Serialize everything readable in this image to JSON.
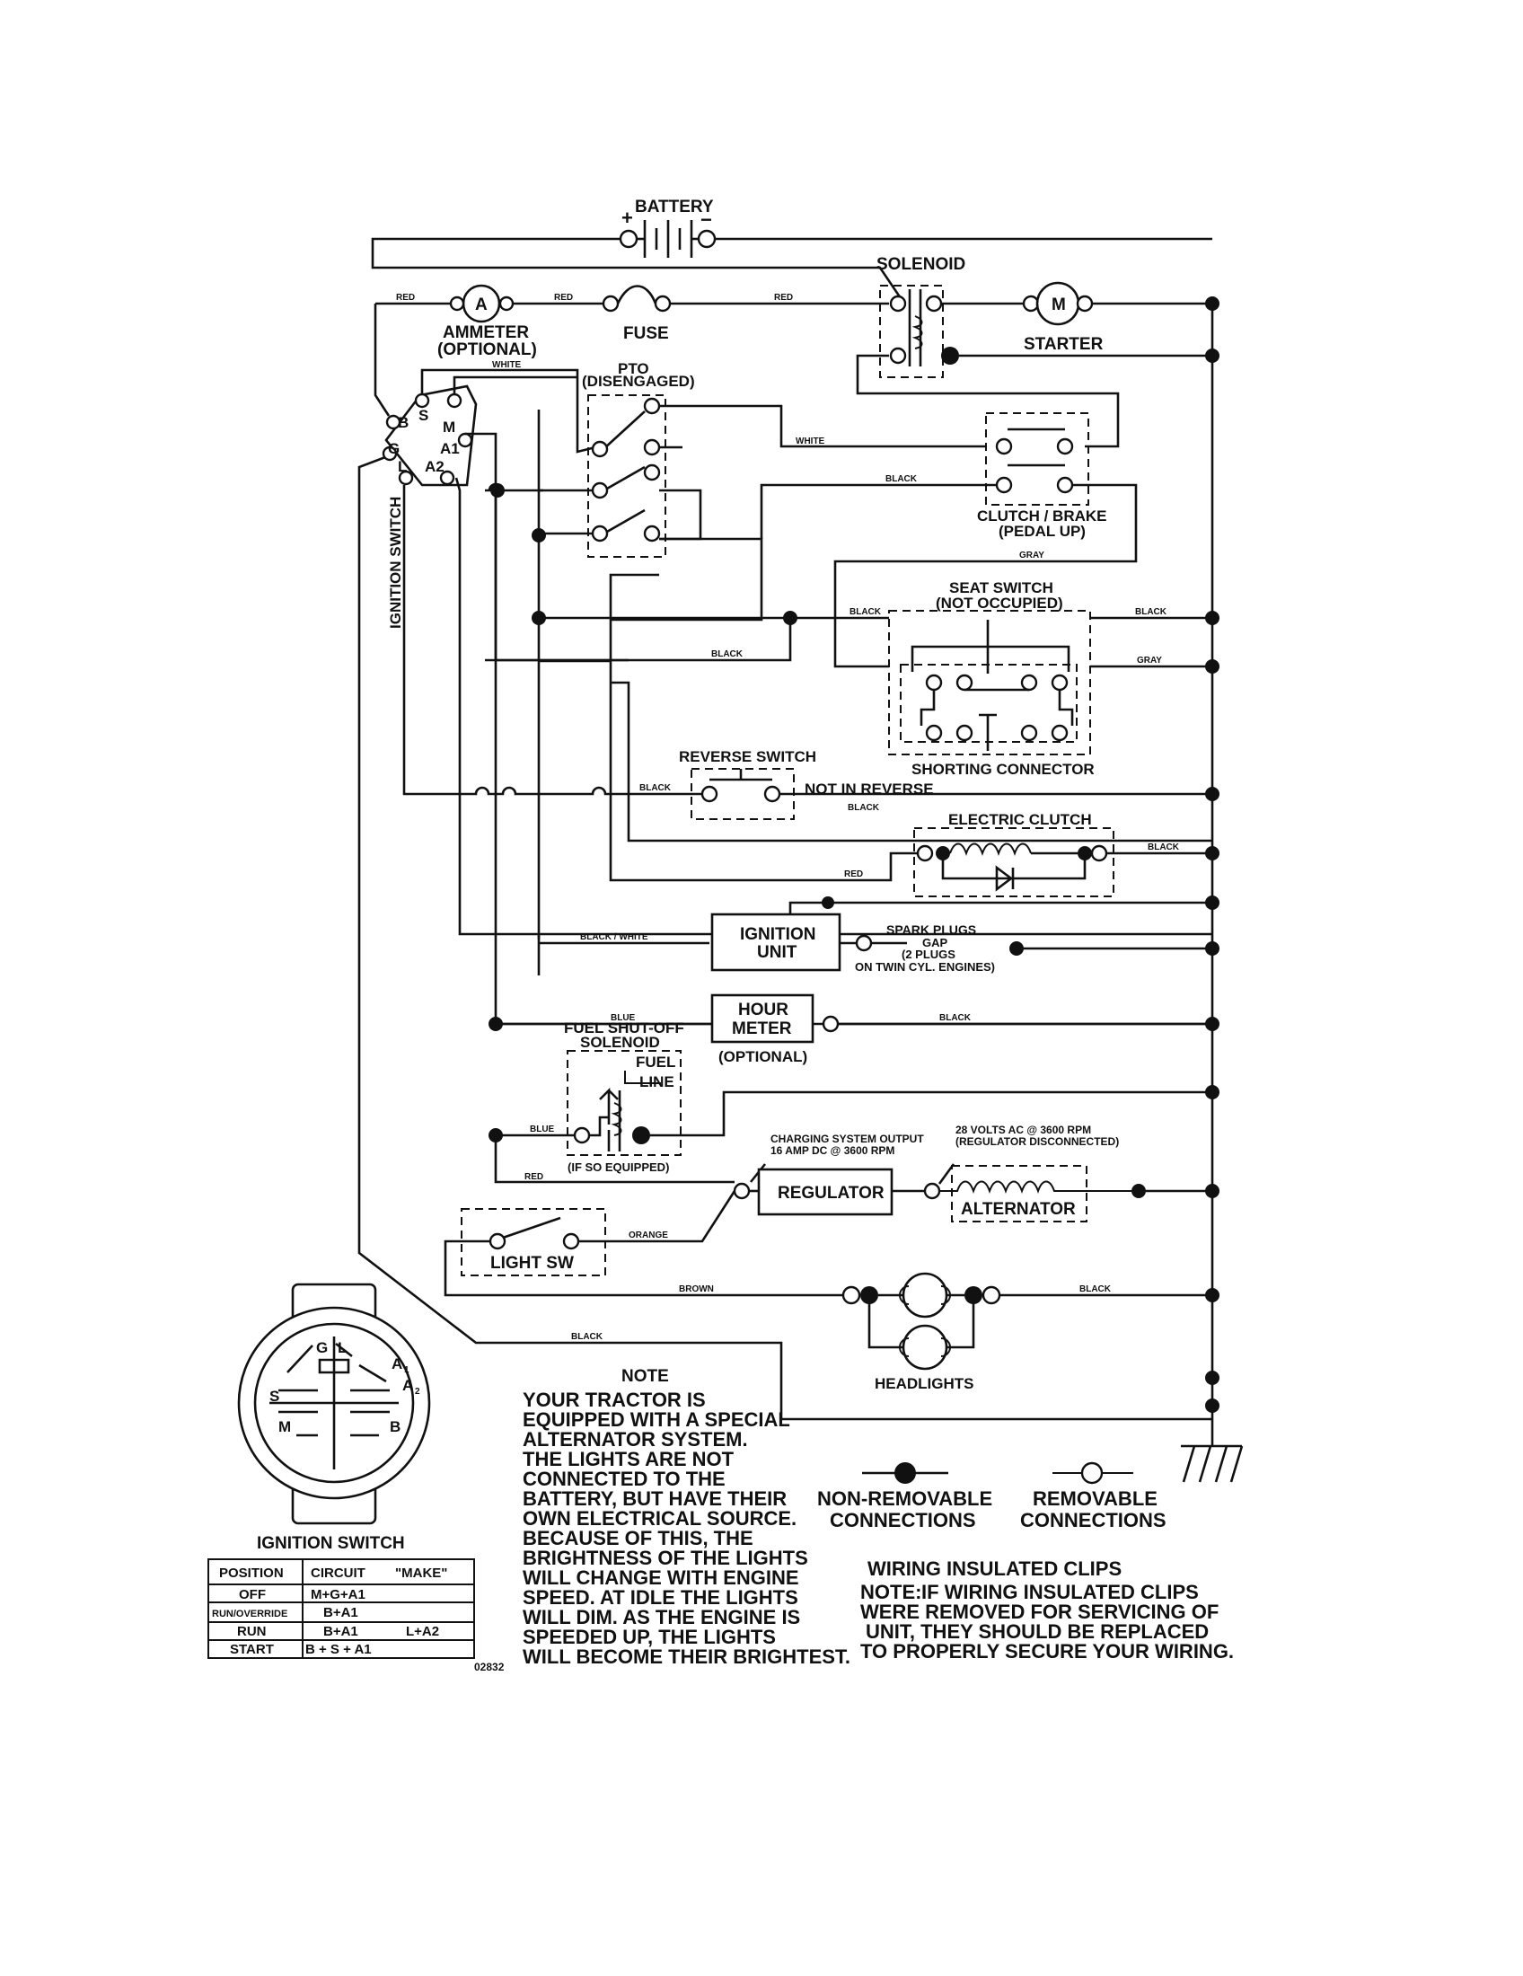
{
  "components": {
    "battery": "BATTERY",
    "battery_plus": "+",
    "battery_minus": "−",
    "solenoid": "SOLENOID",
    "ammeter_symbol": "A",
    "ammeter": "AMMETER",
    "ammeter_optional": "(OPTIONAL)",
    "fuse": "FUSE",
    "starter_symbol": "M",
    "starter": "STARTER",
    "pto": "PTO",
    "pto_state": "(DISENGAGED)",
    "clutch_brake": "CLUTCH / BRAKE",
    "clutch_brake_state": "(PEDAL UP)",
    "seat_switch": "SEAT SWITCH",
    "seat_switch_state": "(NOT OCCUPIED)",
    "shorting_connector": "SHORTING CONNECTOR",
    "reverse_switch": "REVERSE SWITCH",
    "not_in_reverse": "NOT IN REVERSE",
    "electric_clutch": "ELECTRIC CLUTCH",
    "ignition_unit_1": "IGNITION",
    "ignition_unit_2": "UNIT",
    "spark_plugs_1": "SPARK PLUGS",
    "spark_plugs_2": "GAP",
    "spark_plugs_3": "(2 PLUGS",
    "spark_plugs_4": "ON TWIN CYL. ENGINES)",
    "hour_meter_1": "HOUR",
    "hour_meter_2": "METER",
    "hour_meter_optional": "(OPTIONAL)",
    "fuel_solenoid_1": "FUEL SHUT-OFF",
    "fuel_solenoid_2": "SOLENOID",
    "fuel_line_1": "FUEL",
    "fuel_line_2": "LINE",
    "if_so_equipped": "(IF SO EQUIPPED)",
    "charging_output_1": "CHARGING SYSTEM OUTPUT",
    "charging_output_2": "16 AMP DC @ 3600 RPM",
    "regulator": "REGULATOR",
    "alternator_spec_1": "28 VOLTS AC @ 3600 RPM",
    "alternator_spec_2": "(REGULATOR DISCONNECTED)",
    "alternator": "ALTERNATOR",
    "light_sw": "LIGHT SW",
    "headlights": "HEADLIGHTS",
    "ignition_switch_vertical": "IGNITION SWITCH",
    "diagram_code": "02832"
  },
  "switch_terminals": {
    "B": "B",
    "S": "S",
    "M": "M",
    "G": "G",
    "A1": "A1",
    "L": "L",
    "A2": "A2"
  },
  "wire_colors": {
    "red": "RED",
    "white": "WHITE",
    "black": "BLACK",
    "gray": "GRAY",
    "black_white": "BLACK / WHITE",
    "blue": "BLUE",
    "orange": "ORANGE",
    "brown": "BROWN"
  },
  "ignition_switch_face": {
    "title": "IGNITION SWITCH",
    "G": "G",
    "L": "L",
    "A1": "A",
    "A1_sub": "1",
    "A2": "A",
    "A2_sub": "2",
    "S": "S",
    "M": "M",
    "B": "B"
  },
  "switch_table": {
    "headers": [
      "POSITION",
      "CIRCUIT",
      "\"MAKE\""
    ],
    "rows": [
      {
        "position": "OFF",
        "circuit": "M+G+A1",
        "extra": ""
      },
      {
        "position": "RUN/OVERRIDE",
        "circuit": "B+A1",
        "extra": ""
      },
      {
        "position": "RUN",
        "circuit": "B+A1",
        "extra": "L+A2"
      },
      {
        "position": "START",
        "circuit": "B + S + A1",
        "extra": ""
      }
    ]
  },
  "note": {
    "title": "NOTE",
    "lines": [
      "YOUR TRACTOR IS",
      "EQUIPPED WITH A SPECIAL",
      "ALTERNATOR SYSTEM.",
      "THE LIGHTS ARE NOT",
      "CONNECTED TO THE",
      "BATTERY, BUT HAVE THEIR",
      "OWN ELECTRICAL SOURCE.",
      "BECAUSE OF THIS, THE",
      "BRIGHTNESS OF THE LIGHTS",
      "WILL CHANGE WITH ENGINE",
      "SPEED.  AT IDLE THE LIGHTS",
      "WILL DIM.  AS THE ENGINE IS",
      "SPEEDED UP, THE LIGHTS",
      "WILL BECOME THEIR BRIGHTEST."
    ]
  },
  "legend": {
    "non_removable_1": "NON-REMOVABLE",
    "non_removable_2": "CONNECTIONS",
    "removable_1": "REMOVABLE",
    "removable_2": "CONNECTIONS"
  },
  "clips_note": {
    "title": "WIRING INSULATED CLIPS",
    "prefix": "NOTE:",
    "lines": [
      "IF WIRING INSULATED CLIPS",
      "WERE REMOVED FOR SERVICING OF",
      "UNIT, THEY SHOULD BE REPLACED",
      "TO PROPERLY SECURE YOUR WIRING."
    ]
  }
}
